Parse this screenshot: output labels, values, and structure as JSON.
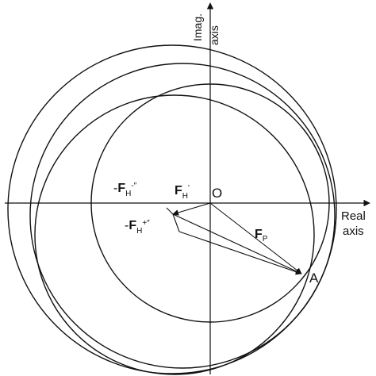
{
  "axes": {
    "real_label_line1": "Real",
    "real_label_line2": "axis",
    "imag_label_line1": "Imag.",
    "imag_label_line2": "axis"
  },
  "points": {
    "origin": "O",
    "a": "A"
  },
  "vectors": {
    "fp": {
      "main": "F",
      "sub": "P"
    },
    "fh_prime": {
      "main": "F",
      "sub": "H",
      "sup": "'"
    },
    "fh_minus": {
      "prefix": "-",
      "main": "F",
      "sub": "H",
      "sup": "-″"
    },
    "fh_plus": {
      "prefix": "-",
      "main": "F",
      "sub": "H",
      "sup": "+″"
    }
  },
  "colors": {
    "ink": "#111111",
    "background": "#ffffff"
  }
}
